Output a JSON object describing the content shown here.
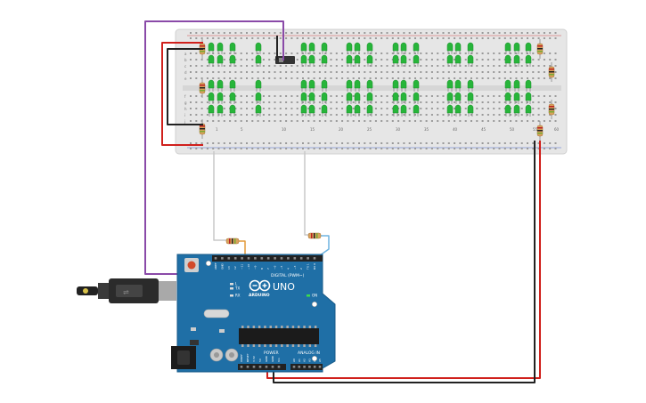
{
  "circuit": {
    "breadboard": {
      "column_numbers": [
        "1",
        "5",
        "10",
        "15",
        "20",
        "25",
        "30",
        "35",
        "40",
        "45",
        "50",
        "55",
        "60"
      ],
      "row_letters_top": [
        "a",
        "b",
        "c",
        "d",
        "e"
      ],
      "row_letters_bottom": [
        "f",
        "g",
        "h",
        "i",
        "j"
      ]
    },
    "arduino": {
      "logo_text": "UNO",
      "brand_text": "ARDUINO",
      "digital_label": "DIGITAL (PWM~)",
      "power_label": "POWER",
      "analog_label": "ANALOG IN",
      "tx_label": "TX",
      "rx_label": "RX",
      "on_label": "ON",
      "l_label": "L",
      "ioref_pins": [
        "IOREF",
        "RESET",
        "3.3V",
        "5V",
        "GND",
        "GND",
        "Vin"
      ],
      "analog_pins": [
        "A0",
        "A1",
        "A2",
        "A3",
        "A4",
        "A5"
      ],
      "digital_pins": [
        "AREF",
        "GND",
        "13",
        "12",
        "~11",
        "~10",
        "~9",
        "8",
        "7",
        "~6",
        "~5",
        "4",
        "~3",
        "2",
        "TX 1",
        "RX 0"
      ]
    },
    "colors": {
      "board_blue": "#1f6fa6",
      "breadboard": "#e4e4e4",
      "led_green": "#27b53a",
      "wire_red": "#d0201c",
      "wire_black": "#222222",
      "wire_purple": "#8a4aa8"
    }
  }
}
